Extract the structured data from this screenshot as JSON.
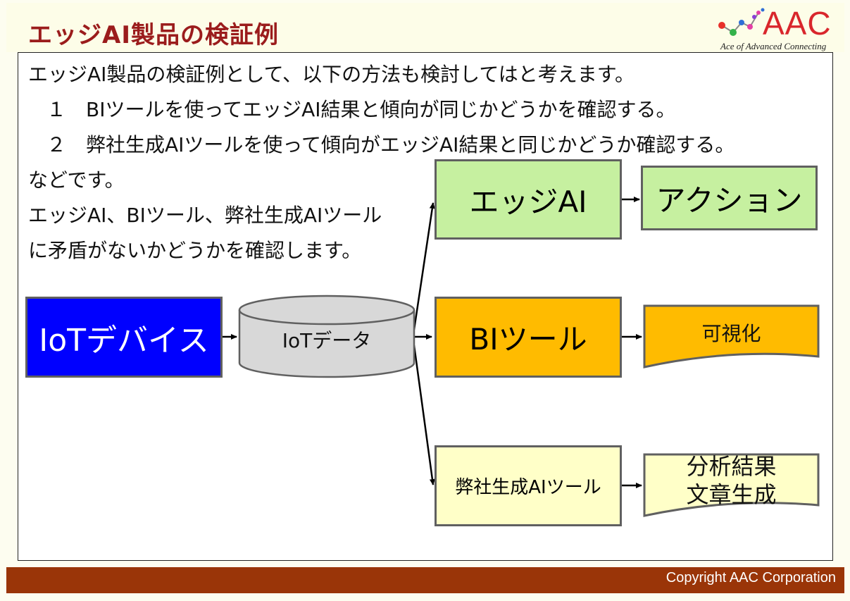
{
  "title": "エッジAI製品の検証例",
  "logo": {
    "text": "AAC",
    "tagline": "Ace of Advanced Connecting"
  },
  "body_lines": [
    "エッジAI製品の検証例として、以下の方法も検討してはと考えます。",
    "１　BIツールを使ってエッジAI結果と傾向が同じかどうかを確認する。",
    "２　弊社生成AIツールを使って傾向がエッジAI結果と同じかどうか確認する。",
    "などです。",
    "エッジAI、BIツール、弊社生成AIツール",
    "に矛盾がないかどうかを確認します。"
  ],
  "diagram": {
    "device": "IoTデバイス",
    "data_store": "IoTデータ",
    "edge_ai": "エッジAI",
    "action": "アクション",
    "bi_tool": "BIツール",
    "visualization": "可視化",
    "genai_tool": "弊社生成AIツール",
    "analysis_line1": "分析結果",
    "analysis_line2": "文章生成"
  },
  "colors": {
    "title": "#9b1c1c",
    "device_fill": "#0000ff",
    "green_fill": "#c6f0a0",
    "orange_fill": "#ffbb00",
    "cream_fill": "#ffffc8",
    "footer": "#9a3508",
    "logo_red": "#d9262c"
  },
  "footer": {
    "copyright": "Copyright AAC Corporation"
  }
}
